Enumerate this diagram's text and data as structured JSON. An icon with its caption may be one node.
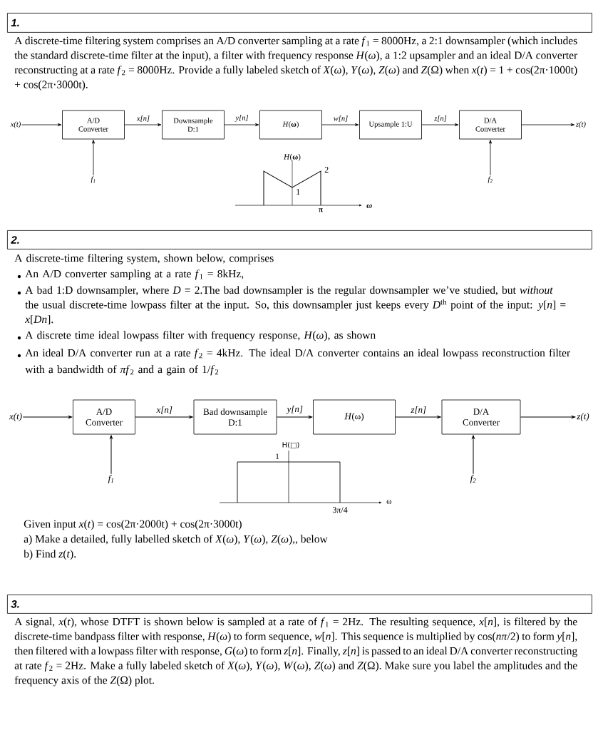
{
  "diagram": {
    "nodes": [
      {
        "text": [
          "1."
        ]
      },
      {
        "text": [
          "x(t)"
        ]
      },
      {
        "text": [
          "A/D Converter"
        ]
      },
      {
        "text": [
          "Downsample D:1"
        ]
      },
      {
        "text": [
          "*H*(**ω**)"
        ]
      },
      {
        "text": [
          "Upsample 1:U"
        ]
      },
      {
        "text": [
          "D/A Converter"
        ]
      },
      {
        "text": [
          "z(t)"
        ]
      },
      {
        "text": [
          "f$_{1}$"
        ]
      },
      {
        "text": [
          "f$_{2}$"
        ]
      },
      {
        "text": [
          "2."
        ]
      },
      {
        "text": [
          "x(t)"
        ]
      },
      {
        "text": [
          "A/D Converter"
        ]
      },
      {
        "text": [
          "Bad downsample D:1"
        ]
      },
      {
        "text": [
          "*H*(ω)"
        ]
      },
      {
        "text": [
          "D/A Converter"
        ]
      },
      {
        "text": [
          "z(t)"
        ]
      },
      {
        "text": [
          "f$_{1}$"
        ]
      },
      {
        "text": [
          "f$_{2}$"
        ]
      },
      {
        "text": [
          "3."
        ]
      }
    ],
    "edges": [
      {
        "from": 1,
        "to": 2,
        "arrow": "to"
      },
      {
        "from": 2,
        "to": 3,
        "arrow": "to",
        "label": "x[n]"
      },
      {
        "from": 3,
        "to": 4,
        "arrow": "to",
        "label": "y[n]"
      },
      {
        "from": 4,
        "to": 5,
        "arrow": "to",
        "label": "w[n]"
      },
      {
        "from": 5,
        "to": 6,
        "arrow": "to",
        "label": "z[n]"
      },
      {
        "from": 6,
        "to": 7,
        "arrow": "to"
      },
      {
        "from": 8,
        "to": 2,
        "arrow": "to"
      },
      {
        "from": 9,
        "to": 6,
        "arrow": "to"
      },
      {
        "from": 11,
        "to": 12,
        "arrow": "to"
      },
      {
        "from": 12,
        "to": 13,
        "arrow": "to",
        "label": "x[n]"
      },
      {
        "from": 13,
        "to": 14,
        "arrow": "to",
        "label": "y[n]"
      },
      {
        "from": 14,
        "to": 15,
        "arrow": "to",
        "label": "z[n]"
      },
      {
        "from": 15,
        "to": 16,
        "arrow": "to"
      },
      {
        "from": 17,
        "to": 12,
        "arrow": "to"
      },
      {
        "from": 18,
        "to": 15,
        "arrow": "to"
      }
    ],
    "labels": [
      "A discrete-time filtering system comprises an A/D converter sampling at a rate *f*$_{1}$ = 8000Hz, a 2:1 downsampler (which includes the standard discrete-time filter at the input), a filter with frequency response *H*(*ω*), a 1:2 upsampler and an ideal D/A converter reconstructing at a rate *f*$_{2}$ = 8000Hz. Provide a fully labeled sketch of *X*(*ω*), *Y*(*ω*), *Z*(*ω*) and *Z*(Ω) when *x*(*t*) = 1 + cos(2π·1000t) + cos(2π·3000t).",
      "*H*(**ω**)",
      "2",
      "1",
      "π",
      "ω",
      "A discrete-time filtering system, shown below, comprises",
      "An A/D converter sampling at a rate *f*$_{1}$ = 8kHz,",
      "A bad 1:D downsampler, where *D* = 2.The bad downsampler is the regular downsampler we’ve studied, but *without* the usual discrete-time lowpass filter at the input. So, this downsampler just keeps every *D*$^{th}$ point of the input: *y*[*n*] = *x*[*Dn*].",
      "A discrete time ideal lowpass filter with frequency response, *H*(*ω*), as shown",
      "An ideal D/A converter run at a rate *f*$_{2}$ = 4kHz. The ideal D/A converter contains an ideal lowpass reconstruction filter with a bandwidth of *πf*$_{2}$ and a gain of 1/*f*$_{2}$",
      "H(□)",
      "1",
      "3π/4",
      "ω",
      "Given input *x*(*t*) = cos(2π·2000t) + cos(2π·3000t)",
      "a) Make a detailed, fully labelled sketch of *X*(*ω*), *Y*(*ω*), *Z*(*ω*),, below",
      "b) Find *z*(*t*).",
      "A signal, *x*(*t*), whose DTFT is shown below is sampled at a rate of *f*$_{1}$ = 2Hz. The resulting sequence, *x*[*n*], is filtered by the discrete-time bandpass filter with response, *H*(*ω*) to form sequence, *w*[*n*]. This sequence is multiplied by cos(*nπ*/2) to form *y*[*n*], then filtered with a lowpass filter with response, *G*(*ω*) to form *z*[*n*]. Finally, *z*[*n*] is passed to an ideal D/A converter reconstructing at rate *f*$_{2}$ = 2Hz. Make a fully labeled sketch of *X*(*ω*), *Y*(*ω*), *W*(*ω*), *Z*(*ω*) and *Z*(Ω). Make sure you label the amplitudes and the frequency axis of the *Z*(Ω) plot."
    ]
  }
}
